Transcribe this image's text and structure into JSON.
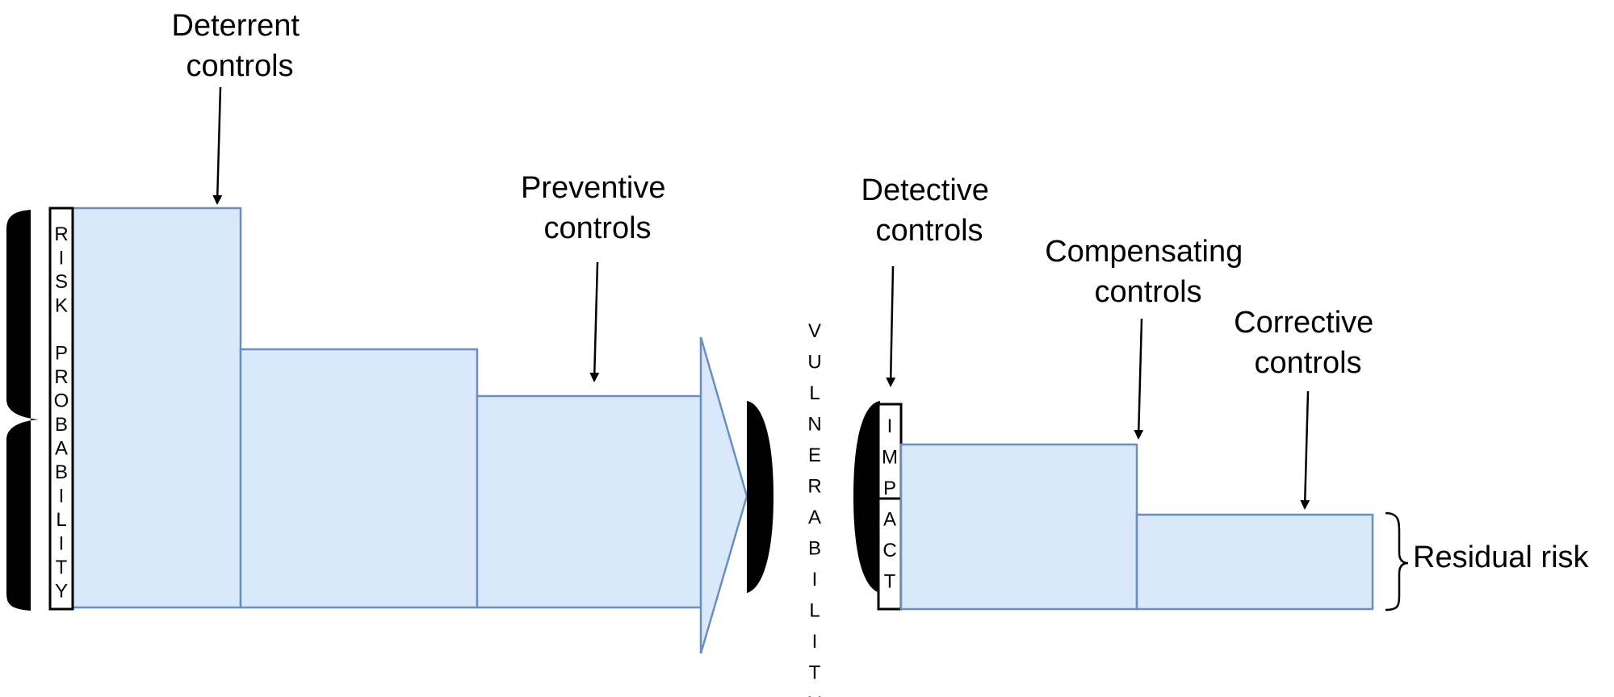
{
  "labels": {
    "deterrent": [
      "Deterrent",
      "controls"
    ],
    "preventive": [
      "Preventive",
      "controls"
    ],
    "detective": [
      "Detective",
      "controls"
    ],
    "compensating": [
      "Compensating",
      "controls"
    ],
    "corrective": [
      "Corrective",
      "controls"
    ],
    "residual": "Residual risk"
  },
  "vertical_text": {
    "risk_probability": [
      "R",
      "I",
      "S",
      "K",
      "",
      "P",
      "R",
      "O",
      "B",
      "A",
      "B",
      "I",
      "L",
      "I",
      "T",
      "Y"
    ],
    "vulnerability": [
      "V",
      "U",
      "L",
      "N",
      "E",
      "R",
      "A",
      "B",
      "I",
      "L",
      "I",
      "T",
      "Y"
    ],
    "impact": [
      "I",
      "M",
      "P",
      "A",
      "C",
      "T"
    ]
  },
  "colors": {
    "fill": "#dae8fc",
    "stroke": "#6c8ebf",
    "black": "#000000"
  }
}
